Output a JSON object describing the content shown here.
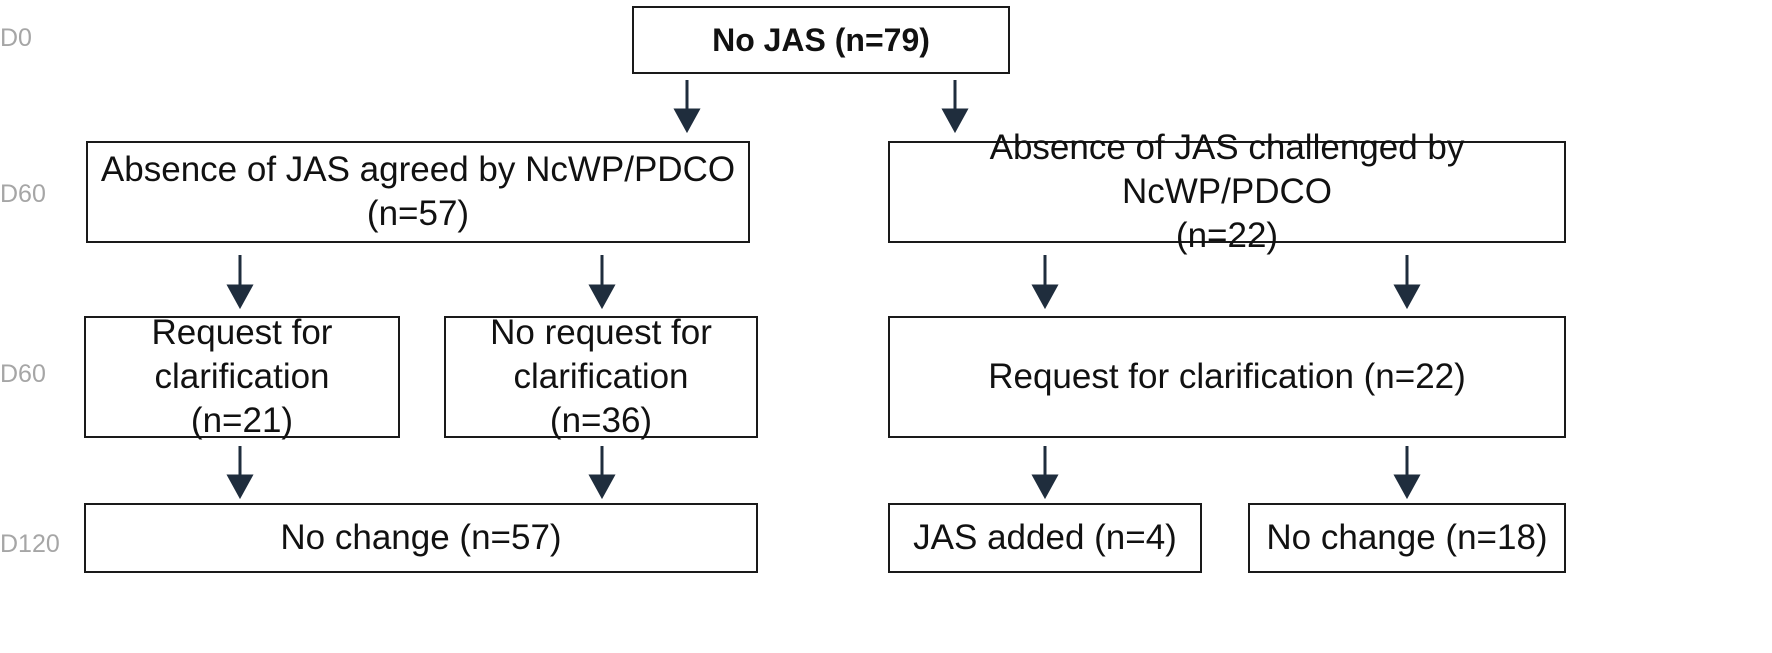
{
  "day_labels": {
    "d0": "D0",
    "d60_a": "D60",
    "d60_b": "D60",
    "d120": "D120"
  },
  "nodes": {
    "root": [
      "No JAS (n=79)"
    ],
    "agreed": [
      "Absence of JAS agreed by NcWP/PDCO",
      "(n=57)"
    ],
    "challenged": [
      "Absence of JAS challenged by NcWP/PDCO",
      "(n=22)"
    ],
    "request_left": [
      "Request for",
      "clarification",
      "(n=21)"
    ],
    "no_request": [
      "No request for",
      "clarification",
      "(n=36)"
    ],
    "request_right": [
      "Request for clarification (n=22)"
    ],
    "no_change_left": [
      "No change (n=57)"
    ],
    "jas_added": [
      "JAS added (n=4)"
    ],
    "no_change_right": [
      "No change (n=18)"
    ]
  },
  "colors": {
    "arrow": "#1f2d3d",
    "box_border": "#1a1a1a",
    "day_label": "#a6a6a6"
  }
}
